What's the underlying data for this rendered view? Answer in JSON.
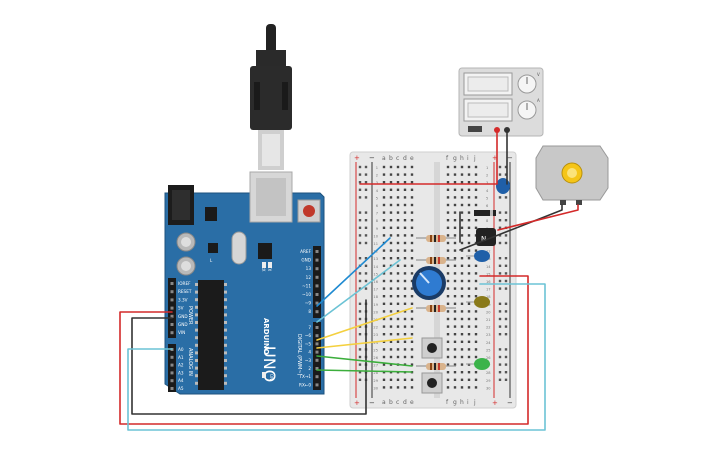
{
  "arduino": {
    "brand": "ARDUINO",
    "model": "UNO",
    "on_label": "ON",
    "tx_label": "TX",
    "rx_label": "RX",
    "l_label": "L",
    "power_label": "POWER",
    "analog_label": "ANALOG IN",
    "digital_label": "DIGITAL (PWM~)",
    "power_pins": [
      "IOREF",
      "RESET",
      "3.3V",
      "5V",
      "GND",
      "GND",
      "VIN"
    ],
    "analog_pins": [
      "A0",
      "A1",
      "A2",
      "A3",
      "A4",
      "A5"
    ],
    "digital_top": [
      "AREF",
      "GND",
      "13",
      "12",
      "~11",
      "~10",
      "~9",
      "8"
    ],
    "digital_bottom": [
      "7",
      "~6",
      "~5",
      "4",
      "~3",
      "2",
      "TX→1",
      "RX←0"
    ]
  },
  "breadboard": {
    "cols_left": [
      "a",
      "b",
      "c",
      "d",
      "e"
    ],
    "cols_right": [
      "f",
      "g",
      "h",
      "i",
      "j"
    ],
    "plus": "+",
    "minus": "−",
    "row_numbers": [
      "1",
      "2",
      "3",
      "4",
      "5",
      "6",
      "7",
      "8",
      "9",
      "10",
      "11",
      "12",
      "13",
      "14",
      "15",
      "16",
      "17",
      "18",
      "19",
      "20",
      "21",
      "22",
      "23",
      "24",
      "25",
      "26",
      "27",
      "28",
      "29",
      "30"
    ]
  },
  "power_supply": {
    "knob_label_1": "V",
    "knob_label_2": "A"
  },
  "colors": {
    "arduino_board": "#2a6ea6",
    "breadboard": "#e8e8e8",
    "wire_red": "#d42a2a",
    "wire_black": "#333333",
    "wire_lightblue": "#6cc3d5",
    "wire_blue": "#1f8ad1",
    "wire_yellow": "#f4d03f",
    "wire_green": "#3cae3c",
    "led_blue": "#1f5fa8",
    "led_yellow": "#8a7a1a",
    "led_green": "#3bb34a"
  }
}
